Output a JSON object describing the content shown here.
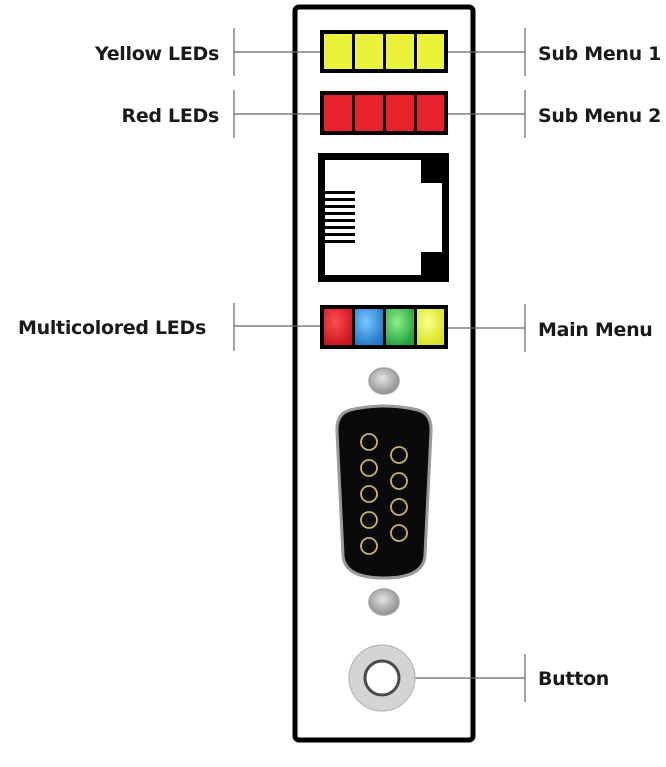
{
  "labels": {
    "yellow_leds": "Yellow LEDs",
    "red_leds": "Red LEDs",
    "multicolored_leds": "Multicolored LEDs",
    "sub_menu_1": "Sub Menu 1",
    "sub_menu_2": "Sub Menu 2",
    "main_menu": "Main Menu",
    "button": "Button"
  },
  "colors": {
    "yellow_led": "#eaf23a",
    "red_led": "#e8222a",
    "multi_leds": [
      "#e11f26",
      "#2f8fd9",
      "#3cb54a",
      "#e6ee2c"
    ],
    "outline": "#000000",
    "leader_line": "#666666",
    "screw": "#b7b7b7",
    "connector_body": "#0a0a0a",
    "connector_pin": "#c8b36a"
  },
  "icons": {
    "ethernet_port": "rj45-port-icon",
    "serial_port": "db9-connector-icon",
    "push_button": "round-button-icon"
  }
}
